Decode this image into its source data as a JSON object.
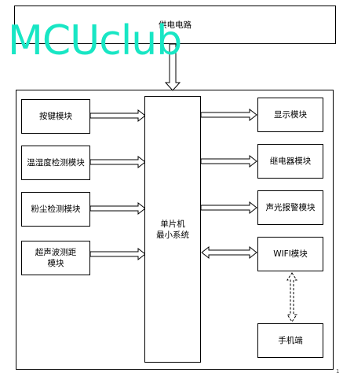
{
  "power": {
    "label": "供电电路"
  },
  "mcu": {
    "line1": "单片机",
    "line2": "最小系统"
  },
  "inputs": [
    {
      "line1": "按键模块",
      "line2": ""
    },
    {
      "line1": "温湿度检测模块",
      "line2": ""
    },
    {
      "line1": "粉尘检测模块",
      "line2": ""
    },
    {
      "line1": "超声波测距",
      "line2": "模块"
    }
  ],
  "outputs": [
    {
      "label": "显示模块"
    },
    {
      "label": "继电器模块"
    },
    {
      "label": "声光报警模块"
    },
    {
      "label": "WIFI模块"
    }
  ],
  "phone": {
    "label": "手机端"
  },
  "watermark": {
    "text": "MCUclub",
    "color": "#18e6c4"
  },
  "corner_mark": {
    "text": "1"
  }
}
